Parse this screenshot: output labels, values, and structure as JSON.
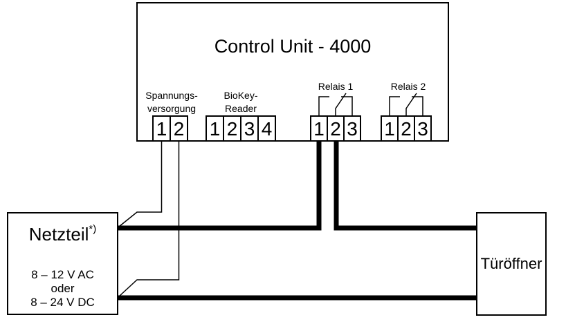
{
  "colors": {
    "ink": "#000000",
    "background": "#ffffff"
  },
  "control_unit": {
    "title": "Control Unit - 4000",
    "power_group": {
      "label_line1": "Spannungs-",
      "label_line2": "versorgung",
      "terminals": [
        "1",
        "2"
      ]
    },
    "reader_group": {
      "label_line1": "BioKey-",
      "label_line2": "Reader",
      "terminals": [
        "1",
        "2",
        "3",
        "4"
      ]
    },
    "relay1_group": {
      "label": "Relais 1",
      "terminals": [
        "1",
        "2",
        "3"
      ]
    },
    "relay2_group": {
      "label": "Relais 2",
      "terminals": [
        "1",
        "2",
        "3"
      ]
    }
  },
  "power_supply": {
    "title": "Netzteil",
    "footnote_marker": "*)",
    "voltage_lines": [
      "8 – 12 V AC",
      "oder",
      "8 – 24 V DC"
    ]
  },
  "door_opener": {
    "title": "Türöffner"
  }
}
